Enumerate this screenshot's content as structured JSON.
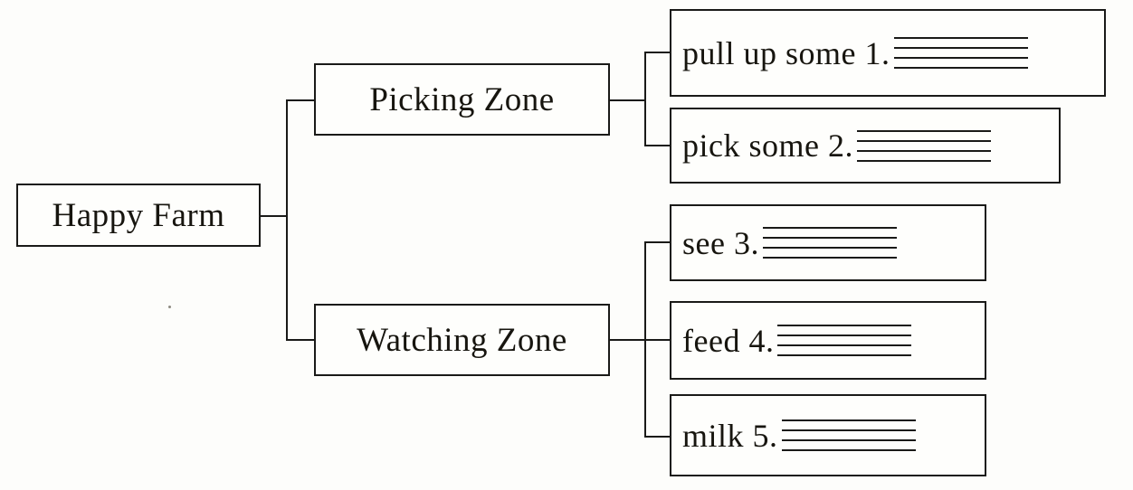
{
  "diagram": {
    "type": "tree-mindmap",
    "title_text": "Happy Farm",
    "orientation": "left-to-right",
    "line_color": "#1a1a18",
    "background_color": "#fdfdfb",
    "root": {
      "label": "Happy Farm"
    },
    "branches": [
      {
        "label": "Picking Zone",
        "leaves": [
          {
            "label": "pull up some 1.",
            "blank_rules": 4,
            "rules_width": 148
          },
          {
            "label": "pick some 2.",
            "blank_rules": 4,
            "rules_width": 148
          }
        ]
      },
      {
        "label": "Watching Zone",
        "leaves": [
          {
            "label": "see 3.",
            "blank_rules": 4,
            "rules_width": 148
          },
          {
            "label": "feed 4.",
            "blank_rules": 4,
            "rules_width": 148
          },
          {
            "label": "milk 5.",
            "blank_rules": 4,
            "rules_width": 148
          }
        ]
      }
    ]
  }
}
